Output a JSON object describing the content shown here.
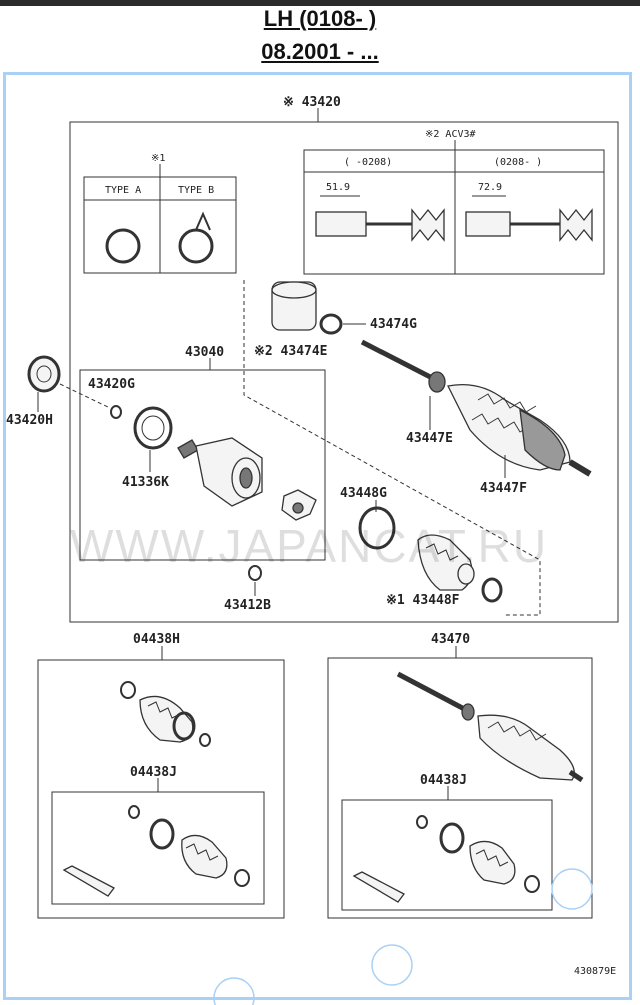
{
  "header": {
    "title_line1": "LH (0108- )",
    "title_line2": "08.2001 - ..."
  },
  "diagram": {
    "main_assembly": "※ 43420",
    "note_1": "※1",
    "type_a": "TYPE A",
    "type_b": "TYPE B",
    "note_2": "※2 ACV3#",
    "range_1": "(    -0208)",
    "range_2": "(0208-    )",
    "dim_1": "51.9",
    "dim_2": "72.9",
    "parts": {
      "p43474G": "43474G",
      "p43474E": "※2 43474E",
      "p43040": "43040",
      "p43420G": "43420G",
      "p43420H": "43420H",
      "p41336K": "41336K",
      "p43447E": "43447E",
      "p43447F": "43447F",
      "p43448G": "43448G",
      "p43448F": "※1 43448F",
      "p43412B": "43412B",
      "p04438H": "04438H",
      "p04438J_left": "04438J",
      "p43470": "43470",
      "p04438J_right": "04438J"
    },
    "watermark": "WWW.JAPANCAT.RU",
    "drawing_code": "430879E"
  },
  "colors": {
    "frame_border": "#a9d0f5",
    "topbar": "#2b2b2b"
  }
}
